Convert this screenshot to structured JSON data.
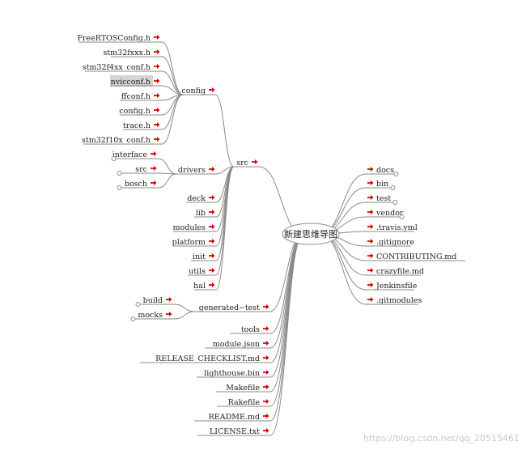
{
  "root": {
    "label": "新建思维导图"
  },
  "left": [
    {
      "id": "src",
      "label": "src",
      "arrow": true,
      "children": [
        {
          "id": "config",
          "label": "config",
          "arrow": true,
          "children": [
            {
              "label": "FreeRTOSConfig.h",
              "arrow": true
            },
            {
              "label": "stm32fxxx.h",
              "arrow": true
            },
            {
              "label": "stm32f4xx_conf.h",
              "arrow": true
            },
            {
              "label": "nvicconf.h",
              "arrow": true,
              "highlight": true
            },
            {
              "label": "ffconf.h",
              "arrow": true
            },
            {
              "label": "config.h",
              "arrow": true
            },
            {
              "label": "trace.h",
              "arrow": true
            },
            {
              "label": "stm32f10x_conf.h",
              "arrow": true
            }
          ]
        },
        {
          "id": "drivers",
          "label": "drivers",
          "arrow": true,
          "children": [
            {
              "label": "interface",
              "arrow": true,
              "collapsed": true
            },
            {
              "label": "src",
              "arrow": true,
              "collapsed": true
            },
            {
              "label": "bosch",
              "arrow": true,
              "collapsed": true
            }
          ]
        },
        {
          "label": "deck",
          "arrow": true
        },
        {
          "label": "lib",
          "arrow": true
        },
        {
          "label": "modules",
          "arrow": true
        },
        {
          "label": "platform",
          "arrow": true
        },
        {
          "label": "init",
          "arrow": true
        },
        {
          "label": "utils",
          "arrow": true
        },
        {
          "label": "hal",
          "arrow": true
        }
      ]
    },
    {
      "id": "generated-test",
      "label": "generated−test",
      "arrow": true,
      "children": [
        {
          "label": "build",
          "arrow": true,
          "collapsed": true
        },
        {
          "label": "mocks",
          "arrow": true,
          "collapsed": true
        }
      ]
    },
    {
      "label": "tools",
      "arrow": true
    },
    {
      "label": "module.json",
      "arrow": true
    },
    {
      "label": "RELEASE_CHECKLIST.md",
      "arrow": true
    },
    {
      "label": "lighthouse.bin",
      "arrow": true
    },
    {
      "label": "Makefile",
      "arrow": true
    },
    {
      "label": "Rakefile",
      "arrow": true
    },
    {
      "label": "README.md",
      "arrow": true
    },
    {
      "label": "LICENSE.txt",
      "arrow": true
    }
  ],
  "right": [
    {
      "label": "docs",
      "arrow": true,
      "collapsed": true
    },
    {
      "label": "bin",
      "arrow": true,
      "collapsed": true
    },
    {
      "label": "test",
      "arrow": true,
      "collapsed": true
    },
    {
      "label": "vendor",
      "arrow": true,
      "collapsed": true
    },
    {
      "label": ".travis.yml",
      "arrow": true
    },
    {
      "label": ".gitignore",
      "arrow": true
    },
    {
      "label": "CONTRIBUTING.md",
      "arrow": true
    },
    {
      "label": "crazyfile.md",
      "arrow": true
    },
    {
      "label": "Jenkinsfile",
      "arrow": true
    },
    {
      "label": ".gitmodules",
      "arrow": true
    }
  ],
  "watermark": "https://blog.csdn.net/qq_20515461",
  "colors": {
    "arrow": "#d40000",
    "line": "#8a8a8a",
    "highlight": "#d4d4d4",
    "text": "#222222"
  }
}
